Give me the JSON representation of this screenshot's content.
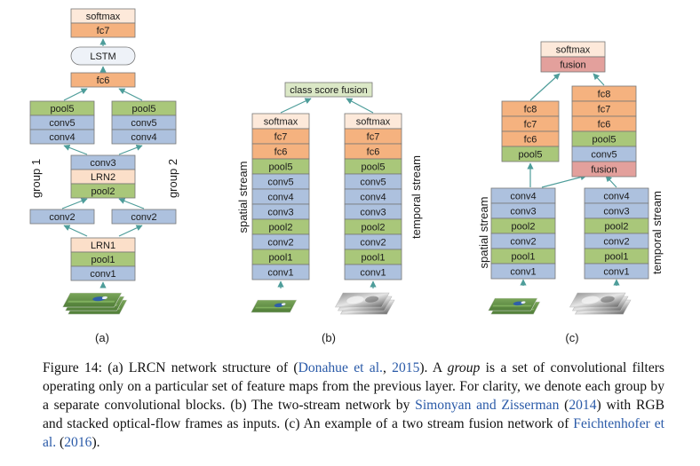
{
  "colors": {
    "blue": "#adc1de",
    "green": "#a9c77a",
    "orange": "#f5b27f",
    "light_orange": "#fbdfc9",
    "peach": "#fde9da",
    "salmon": "#e3a09c",
    "pale_green": "#dbe8c6",
    "arrow": "#4e9d9a"
  },
  "panel_a": {
    "label": "(a)",
    "top_stack": [
      "softmax",
      "fc7"
    ],
    "lstm": "LSTM",
    "fc6": "fc6",
    "left_group": [
      "pool5",
      "conv5",
      "conv4"
    ],
    "right_group": [
      "pool5",
      "conv5",
      "conv4"
    ],
    "shared_stack": [
      "conv3",
      "LRN2",
      "pool2"
    ],
    "conv2_left": "conv2",
    "conv2_right": "conv2",
    "bottom_stack": [
      "LRN1",
      "pool1",
      "conv1"
    ],
    "group1_label": "group 1",
    "group2_label": "group 2",
    "input_icon": "bird-frames-stack-icon"
  },
  "panel_b": {
    "label": "(b)",
    "fusion": "class score fusion",
    "spatial_stack": [
      "softmax",
      "fc7",
      "fc6",
      "pool5",
      "conv5",
      "conv4",
      "conv3",
      "pool2",
      "conv2",
      "pool1",
      "conv1"
    ],
    "temporal_stack": [
      "softmax",
      "fc7",
      "fc6",
      "pool5",
      "conv5",
      "conv4",
      "conv3",
      "pool2",
      "conv2",
      "pool1",
      "conv1"
    ],
    "spatial_label": "spatial stream",
    "temporal_label": "temporal stream",
    "rgb_icon": "bird-frame-icon",
    "flow_icon": "optical-flow-stack-icon"
  },
  "panel_c": {
    "label": "(c)",
    "top_stack": [
      "softmax",
      "fusion"
    ],
    "left_upper": [
      "fc8",
      "fc7",
      "fc6",
      "pool5"
    ],
    "right_upper": [
      "fc8",
      "fc7",
      "fc6",
      "pool5",
      "conv5",
      "fusion"
    ],
    "spatial_lower": [
      "conv4",
      "conv3",
      "pool2",
      "conv2",
      "pool1",
      "conv1"
    ],
    "temporal_lower": [
      "conv4",
      "conv3",
      "pool2",
      "conv2",
      "pool1",
      "conv1"
    ],
    "spatial_label": "spatial stream",
    "temporal_label": "temporal stream",
    "rgb_icon": "bird-frames-stack-icon",
    "flow_icon": "optical-flow-stack-icon"
  },
  "caption": {
    "p1": "Figure 14: (a) LRCN network structure of (",
    "c1": "Donahue et al.",
    "p2": ", ",
    "c2": "2015",
    "p3": "). A ",
    "em": "group",
    "p4": " is a set of convolutional filters operating only on a particular set of feature maps from the previous layer. For clarity, we denote each group by a separate convolutional blocks. (b) The two-stream network by ",
    "c3": "Simonyan and Zisserman",
    "p5": " (",
    "c4": "2014",
    "p6": ") with RGB and stacked optical-flow frames as inputs. (c) An example of a two stream fusion network of ",
    "c5": "Feichtenhofer et al.",
    "p7": " (",
    "c6": "2016",
    "p8": ")."
  }
}
